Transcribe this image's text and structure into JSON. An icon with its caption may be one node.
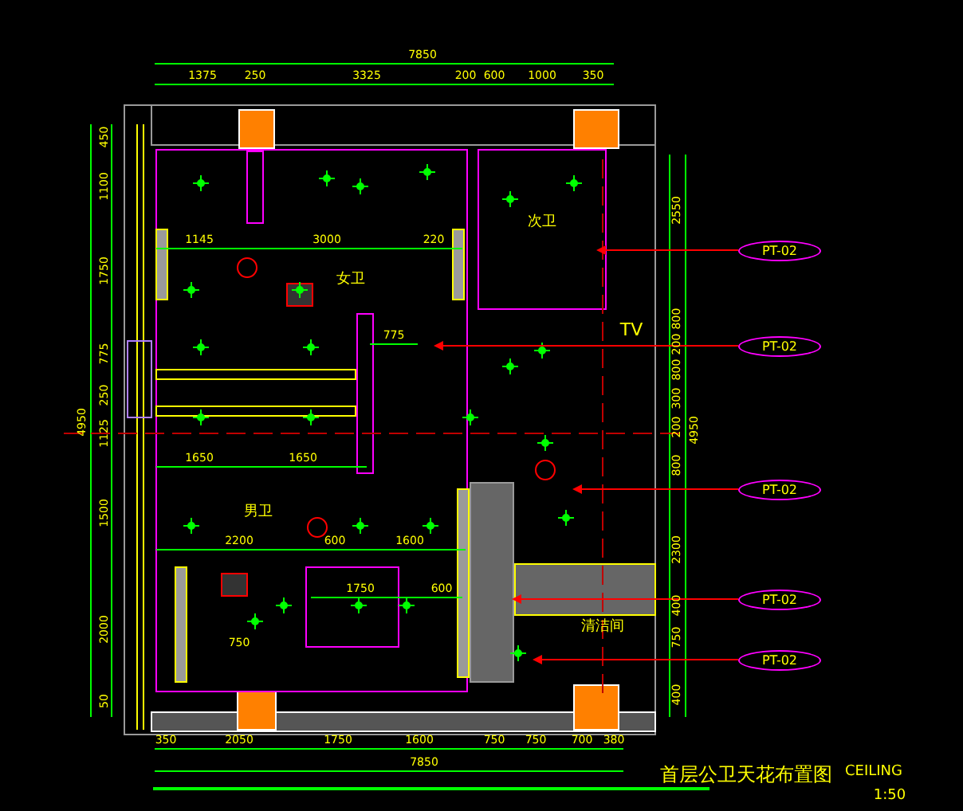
{
  "diagram": {
    "title": "首层公卫天花布置图",
    "nodes": [
      {
        "text": [
          "PT-02"
        ]
      },
      {
        "text": [
          "PT-02"
        ]
      },
      {
        "text": [
          "PT-02"
        ]
      },
      {
        "text": [
          "PT-02"
        ]
      },
      {
        "text": [
          "PT-02"
        ]
      }
    ],
    "edges": [
      {
        "from": 0,
        "to": null,
        "arrow": "to"
      },
      {
        "from": 1,
        "to": null,
        "arrow": "to"
      },
      {
        "from": 2,
        "to": null,
        "arrow": "to"
      },
      {
        "from": 3,
        "to": null,
        "arrow": "to"
      },
      {
        "from": 4,
        "to": null,
        "arrow": "to"
      }
    ],
    "labels": [
      "7850",
      "1375",
      "250",
      "3325",
      "200",
      "600",
      "1000",
      "350",
      "女卫",
      "次卫",
      "TV",
      "男卫",
      "清洁间",
      "1145",
      "3000",
      "220",
      "775",
      "1650",
      "1650",
      "2200",
      "600",
      "1600",
      "1750",
      "600",
      "750",
      "4950",
      "450",
      "1100",
      "1750",
      "775",
      "250",
      "1125",
      "1500",
      "2000",
      "50",
      "2550",
      "800",
      "200",
      "800",
      "300",
      "200",
      "800",
      "2300",
      "400",
      "750",
      "400",
      "4950",
      "350",
      "2050",
      "1750",
      "1600",
      "750",
      "750",
      "700",
      "380",
      "7850",
      "CEILING",
      "1:50"
    ]
  }
}
